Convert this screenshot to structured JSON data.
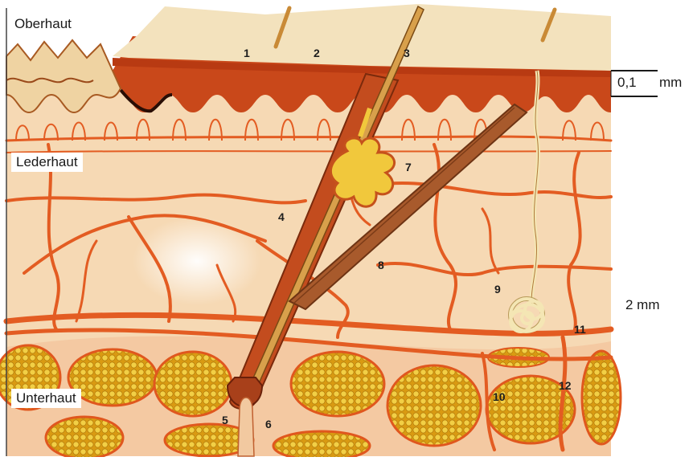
{
  "layers": {
    "epidermis": "Oberhaut",
    "dermis": "Lederhaut",
    "subcutis": "Unterhaut"
  },
  "scale": {
    "epidermis_thickness": "0,1",
    "epidermis_unit": "mm",
    "dermis_thickness": "2 mm"
  },
  "markers": [
    "1",
    "2",
    "3",
    "4",
    "5",
    "6",
    "7",
    "8",
    "9",
    "10",
    "11",
    "12"
  ],
  "colors": {
    "surface": "#f3e2bd",
    "epidermis": "#c9481a",
    "dermis": "#f6d9b4",
    "vessels": "#e35c22",
    "fat": "#e5b421",
    "gland": "#f1c83c",
    "hair": "#b8591f"
  }
}
